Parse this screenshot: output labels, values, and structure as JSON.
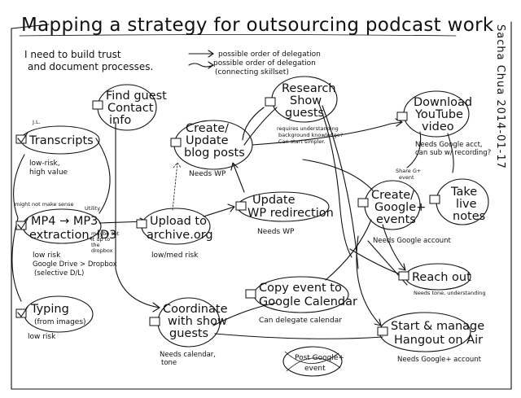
{
  "title": "Mapping a strategy for outsourcing podcast work",
  "side_label": "Sacha Chua 2014-01-17",
  "intro": [
    "I need to build trust",
    "and document processes."
  ],
  "legend": {
    "solid": "possible order of delegation",
    "wavy": [
      "possible order of delegation",
      "(connecting skillset)"
    ]
  },
  "nodes": {
    "transcripts": {
      "lines": [
        "Transcripts"
      ],
      "notes": [
        "low-risk,",
        "high value"
      ],
      "tag": "J.L."
    },
    "mp4": {
      "lines": [
        "MP4 → MP3",
        "extraction, ID3"
      ],
      "notes": [
        "low risk",
        "Google Drive > Dropbox",
        "(selective D/L)"
      ],
      "annot_top": "might not make sense",
      "annot_right": "Utility",
      "annot_side": [
        "maybe set",
        "it up to",
        "the",
        "dropbox"
      ]
    },
    "typing": {
      "lines": [
        "Typing",
        "(from images)"
      ],
      "notes": [
        "low risk"
      ]
    },
    "find_guest": {
      "lines": [
        "Find guest",
        "Contact",
        "info"
      ]
    },
    "upload": {
      "lines": [
        "Upload to",
        "archive.org"
      ],
      "notes": [
        "low/med risk"
      ]
    },
    "coordinate": {
      "lines": [
        "Coordinate",
        "with show",
        "guests"
      ],
      "notes": [
        "Needs calendar,",
        "tone"
      ]
    },
    "create_blog": {
      "lines": [
        "Create/",
        "Update",
        "blog posts"
      ],
      "notes": [
        "Needs WP"
      ]
    },
    "update_wp": {
      "lines": [
        "Update",
        "WP redirection"
      ],
      "notes": [
        "Needs WP"
      ]
    },
    "copy_event": {
      "lines": [
        "Copy event to",
        "Google Calendar"
      ],
      "notes": [
        "Can delegate calendar"
      ]
    },
    "research": {
      "lines": [
        "Research",
        "Show",
        "guests"
      ],
      "notes": [
        "requires understanding",
        "background knowledge?",
        "Can start simpler."
      ]
    },
    "download": {
      "lines": [
        "Download",
        "YouTube",
        "video"
      ],
      "notes": [
        "Needs Google acct,",
        "can sub w/ recording?"
      ]
    },
    "create_events": {
      "lines": [
        "Create/",
        "Google+",
        "events"
      ],
      "notes": [
        "Needs Google account"
      ],
      "annot": [
        "Share G+",
        "event"
      ]
    },
    "take_notes": {
      "lines": [
        "Take",
        "live",
        "notes"
      ]
    },
    "reach_out": {
      "lines": [
        "Reach out"
      ],
      "notes": [
        "Needs tone, understanding"
      ]
    },
    "start_hangout": {
      "lines": [
        "Start & manage",
        "Hangout on Air"
      ],
      "notes": [
        "Needs Google+ account"
      ]
    },
    "post_google": {
      "lines": [
        "Post Google+",
        "event"
      ]
    }
  }
}
